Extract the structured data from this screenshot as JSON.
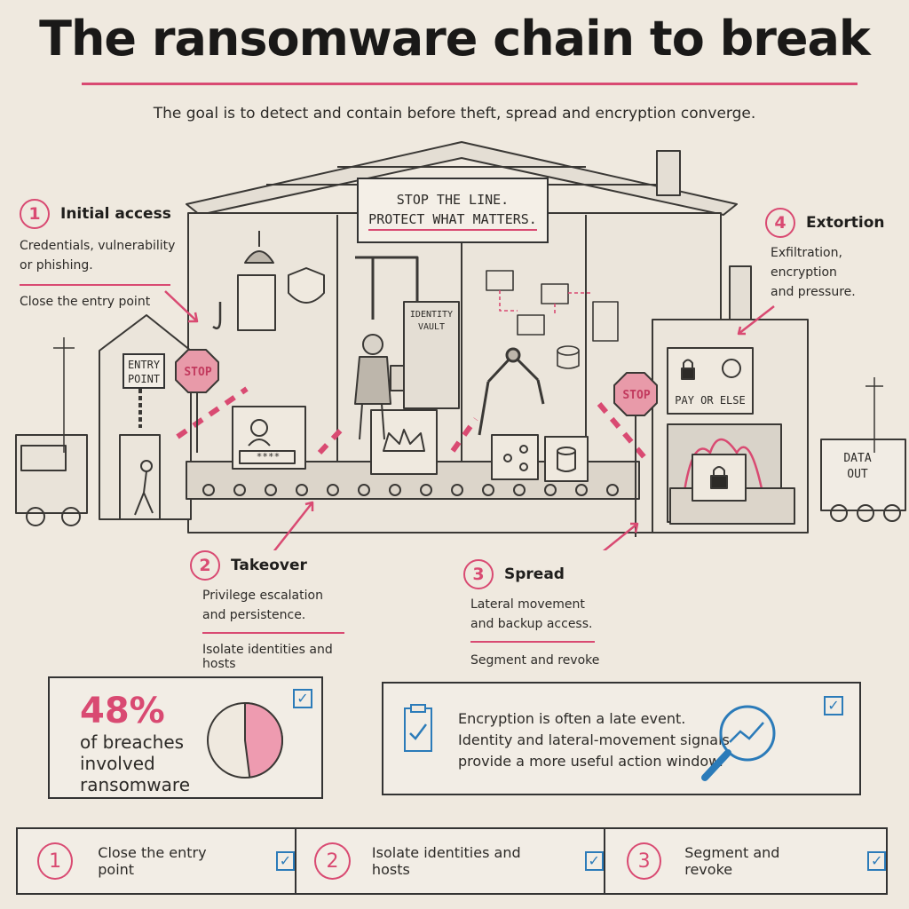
{
  "title": "The ransomware chain to break",
  "subtitle": "The goal is to detect and contain before theft, spread and encryption converge.",
  "sign": {
    "line1": "STOP THE LINE.",
    "line2": "PROTECT WHAT MATTERS."
  },
  "labels": {
    "entry": [
      "ENTRY",
      "POINT"
    ],
    "stop_left": "STOP",
    "stop_right": "STOP",
    "identity_vault": [
      "IDENTITY",
      "VAULT"
    ],
    "pay_or_else": "PAY OR ELSE",
    "data_out": [
      "DATA",
      "OUT"
    ],
    "password_mask": "****"
  },
  "stages": [
    {
      "num": "1",
      "title": "Initial access",
      "desc": [
        "Credentials, vulnerability",
        "or phishing."
      ],
      "action": "Close the entry point"
    },
    {
      "num": "2",
      "title": "Takeover",
      "desc": [
        "Privilege escalation",
        "and persistence."
      ],
      "action": "Isolate identities and hosts"
    },
    {
      "num": "3",
      "title": "Spread",
      "desc": [
        "Lateral movement",
        "and backup access."
      ],
      "action": "Segment and revoke"
    },
    {
      "num": "4",
      "title": "Extortion",
      "desc": [
        "Exfiltration, encryption",
        "and pressure."
      ]
    }
  ],
  "stat": {
    "value": "48%",
    "lines": [
      "of breaches",
      "involved",
      "ransomware"
    ],
    "pie_fraction": 0.48
  },
  "note": {
    "lines": [
      "Encryption is often a late event.",
      "Identity and lateral-movement signals",
      "provide a more useful action window."
    ]
  },
  "strip": [
    {
      "num": "1",
      "label": "Close the entry point"
    },
    {
      "num": "2",
      "label": "Isolate identities and hosts"
    },
    {
      "num": "3",
      "label": "Segment and revoke"
    }
  ],
  "colors": {
    "accent": "#d94a72",
    "check": "#2b7bb9",
    "ink": "#2c2a27",
    "paper": "#efe9df"
  }
}
